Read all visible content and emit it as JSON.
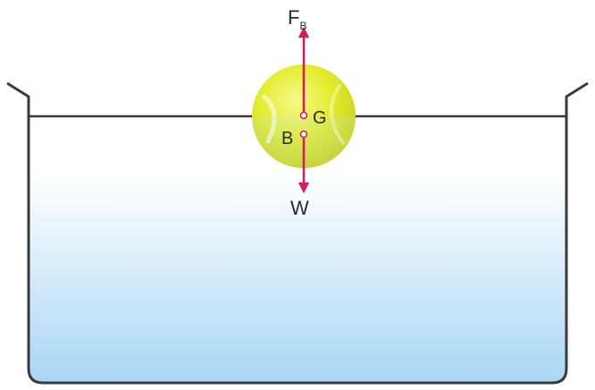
{
  "diagram": {
    "labels": {
      "buoyant_force": "F",
      "buoyant_force_subscript": "B",
      "weight": "W",
      "center_of_gravity": "G",
      "center_of_buoyancy": "B"
    },
    "objects": {
      "ball": "tennis-ball",
      "container": "water-tank"
    },
    "colors": {
      "arrow": "#d81b60",
      "ball": "#e3ec2c",
      "ball_highlight": "#f6fa8a",
      "water_top": "#ffffff",
      "water_bottom": "#a9d6f5",
      "tank_outline": "#3a3a3a"
    }
  }
}
